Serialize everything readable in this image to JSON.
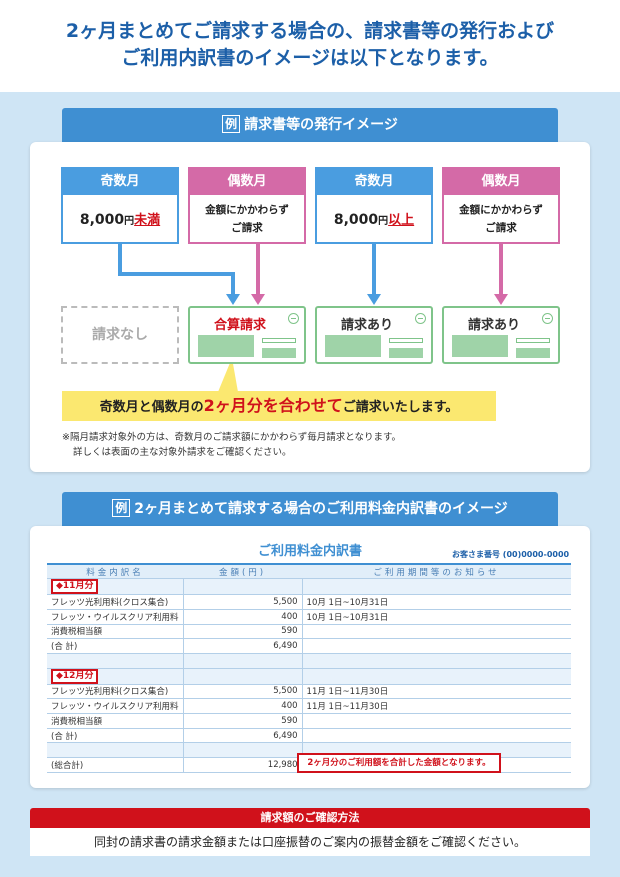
{
  "header": {
    "title_line1": "2ヶ月まとめてご請求する場合の、請求書等の発行および",
    "title_line2": "ご利用内訳書のイメージは以下となります。"
  },
  "section1": {
    "badge": "例",
    "title": "請求書等の発行イメージ",
    "months": [
      {
        "label": "奇数月",
        "amount": "8,000",
        "yen": "円",
        "qualifier": "未満",
        "color": "blue"
      },
      {
        "label": "偶数月",
        "text_line1": "金額にかかわらず",
        "text_line2": "ご請求",
        "color": "pink"
      },
      {
        "label": "奇数月",
        "amount": "8,000",
        "yen": "円",
        "qualifier": "以上",
        "color": "blue"
      },
      {
        "label": "偶数月",
        "text_line1": "金額にかかわらず",
        "text_line2": "ご請求",
        "color": "pink"
      }
    ],
    "bills": [
      "請求なし",
      "合算請求",
      "請求あり",
      "請求あり"
    ],
    "banner_pre": "奇数月と偶数月の",
    "banner_highlight": "2ヶ月分を合わせて",
    "banner_post": "ご請求いたします。",
    "note_line1": "※隔月請求対象外の方は、奇数月のご請求額にかかわらず毎月請求となります。",
    "note_line2": "詳しくは表面の主な対象外請求をご確認ください。",
    "colors": {
      "blue": "#4a9de0",
      "pink": "#d46aa7",
      "green": "#7fc48a",
      "red": "#d0111b",
      "yellow": "#fbe870"
    }
  },
  "section2": {
    "badge": "例",
    "title": "2ヶ月まとめて請求する場合のご利用料金内訳書のイメージ",
    "statement_title": "ご利用料金内訳書",
    "account": "お客さま番号 (00)0000-0000",
    "columns": [
      "料金内訳名",
      "金額(円)",
      "ご利用期間等のお知らせ"
    ],
    "month1_tag": "◆11月分",
    "month1_rows": [
      {
        "name": "フレッツ光利用料(クロス集合)",
        "amount": "5,500",
        "period": "10月 1日~10月31日"
      },
      {
        "name": "フレッツ・ウイルスクリア利用料",
        "amount": "400",
        "period": "10月 1日~10月31日"
      },
      {
        "name": "消費税相当額",
        "amount": "590",
        "period": ""
      },
      {
        "name": "(合 計)",
        "amount": "6,490",
        "period": ""
      }
    ],
    "month2_tag": "◆12月分",
    "month2_rows": [
      {
        "name": "フレッツ光利用料(クロス集合)",
        "amount": "5,500",
        "period": "11月 1日~11月30日"
      },
      {
        "name": "フレッツ・ウイルスクリア利用料",
        "amount": "400",
        "period": "11月 1日~11月30日"
      },
      {
        "name": "消費税相当額",
        "amount": "590",
        "period": ""
      },
      {
        "name": "(合 計)",
        "amount": "6,490",
        "period": ""
      }
    ],
    "grand_total_label": "(総合計)",
    "grand_total_amount": "12,980",
    "grand_total_note": "2ヶ月分のご利用額を合計した金額となります。"
  },
  "footer": {
    "title": "請求額のご確認方法",
    "body": "同封の請求書の請求金額または口座振替のご案内の振替金額をご確認ください。"
  }
}
